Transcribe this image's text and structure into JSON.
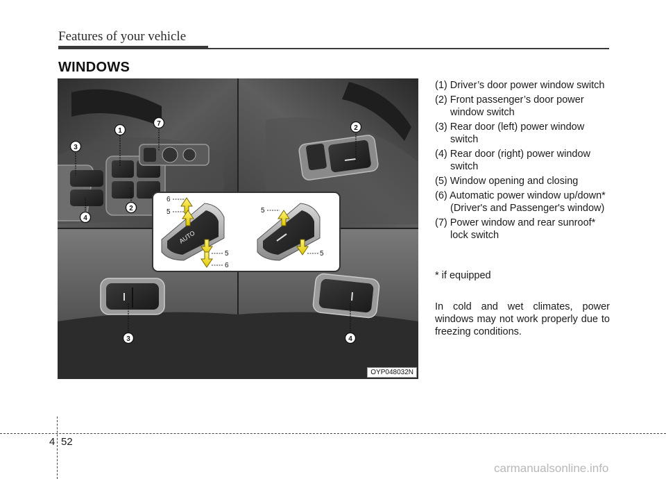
{
  "header": {
    "title": "Features of your vehicle"
  },
  "section": {
    "title": "WINDOWS"
  },
  "figure": {
    "code": "OYP048032N",
    "callouts": [
      "1",
      "2",
      "3",
      "4",
      "7",
      "2",
      "3",
      "4"
    ],
    "inset_labels": {
      "six": "6",
      "five": "5",
      "auto": "AUTO"
    }
  },
  "items": [
    "(1) Driver’s door power window switch",
    "(2) Front passenger’s door power window switch",
    "(3) Rear door (left) power window switch",
    "(4) Rear door (right) power window switch",
    "(5) Window opening and closing",
    "(6) Automatic power window up/down* (Driver's and Passenger's window)",
    "(7) Power window and rear sunroof* lock switch"
  ],
  "note": "* if equipped",
  "paragraph": "In cold and wet climates, power windows may not work properly due to freezing conditions.",
  "footer": {
    "chapter": "4",
    "page": "52"
  },
  "watermark": "carmanualsonline.info"
}
